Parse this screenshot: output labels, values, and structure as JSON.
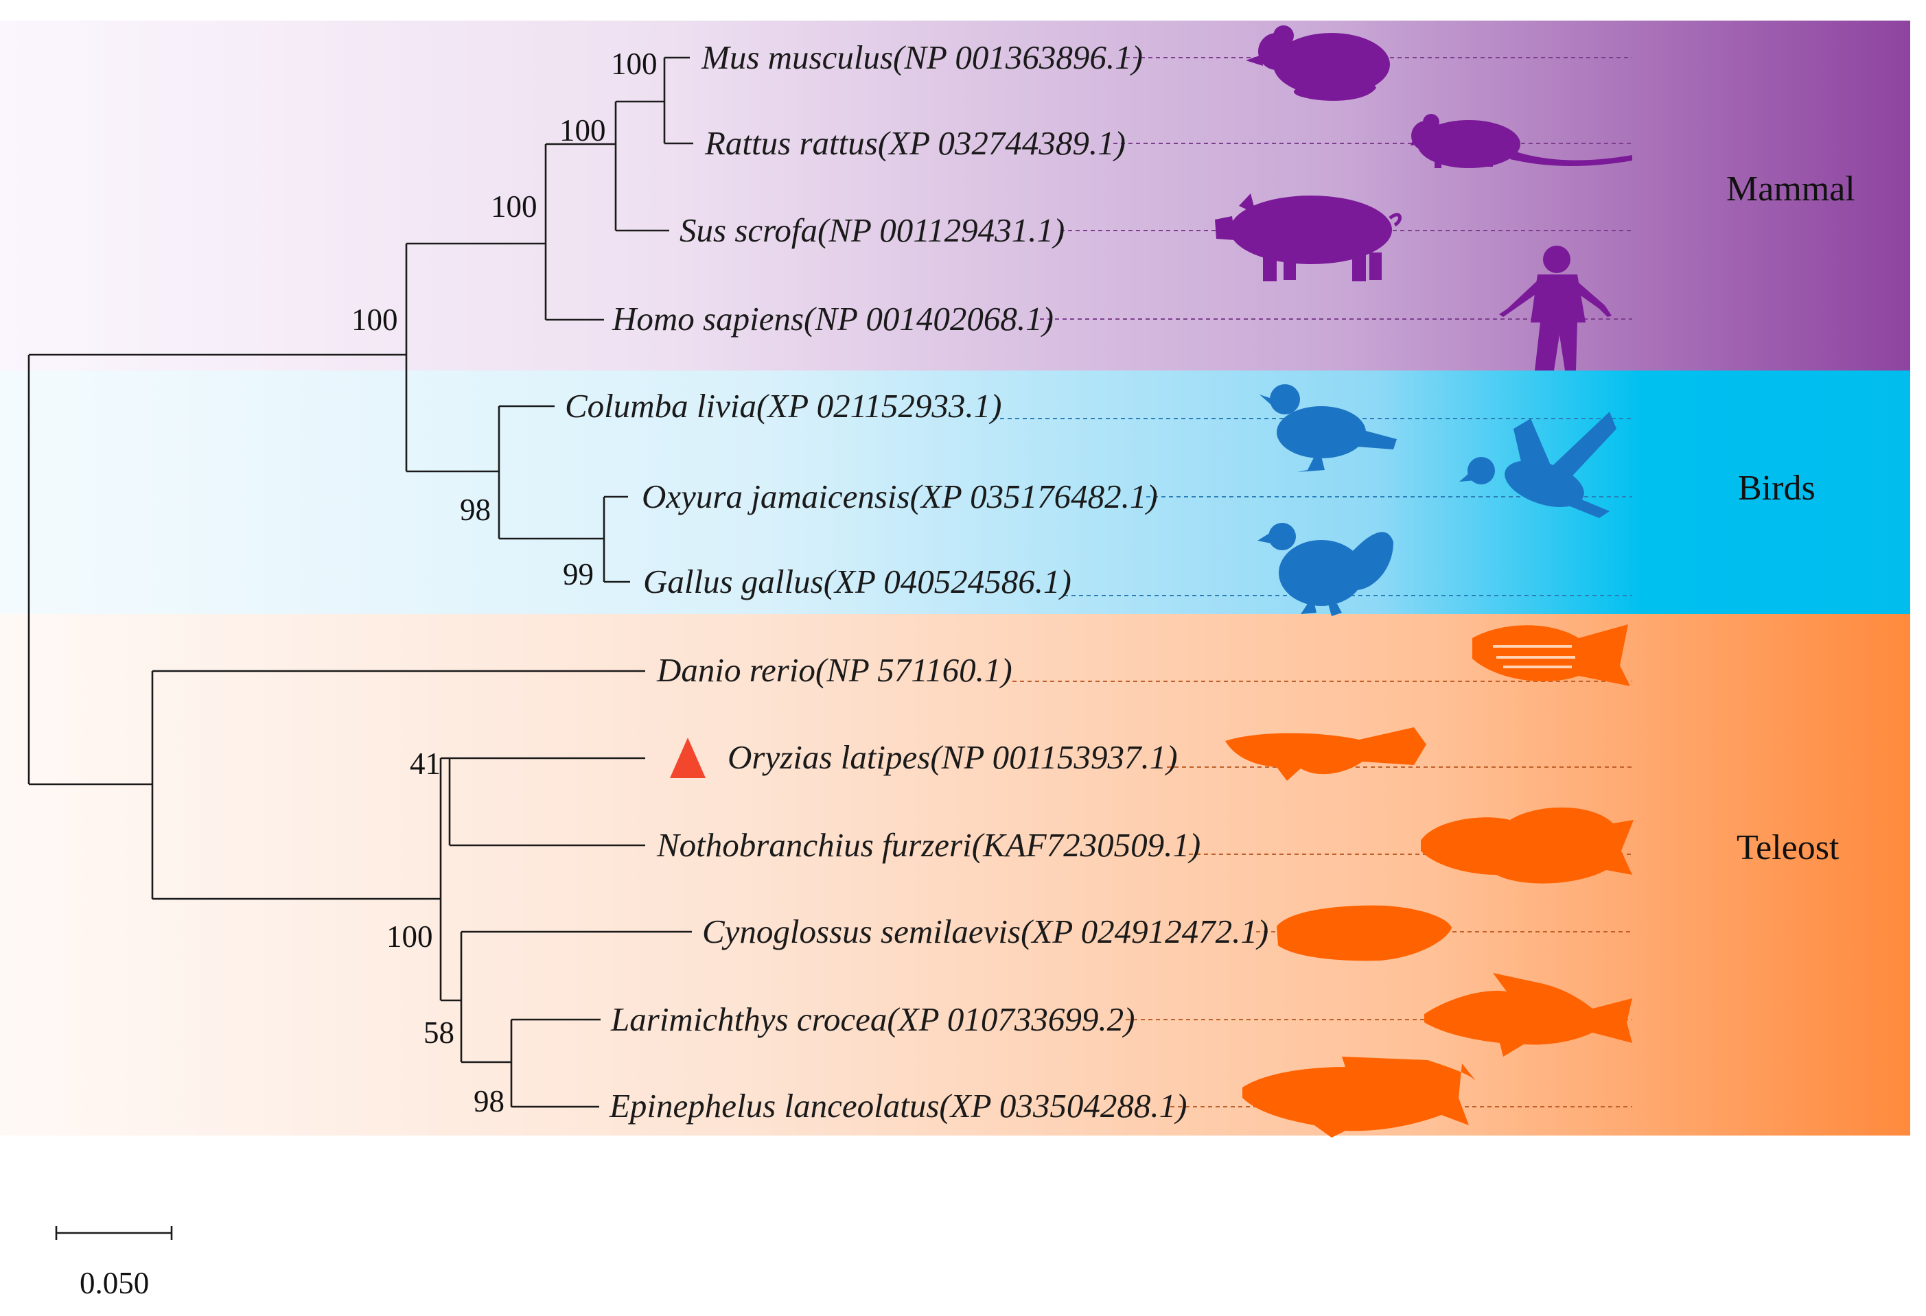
{
  "taxa": [
    {
      "label": "Mus musculus(NP 001363896.1)",
      "silhouette": "mouse-icon"
    },
    {
      "label": "Rattus rattus(XP 032744389.1)",
      "silhouette": "rat-icon"
    },
    {
      "label": "Sus scrofa(NP 001129431.1)",
      "silhouette": "pig-icon"
    },
    {
      "label": "Homo sapiens(NP 001402068.1)",
      "silhouette": "human-icon"
    },
    {
      "label": "Columba livia(XP 021152933.1)",
      "silhouette": "pigeon-icon"
    },
    {
      "label": "Oxyura jamaicensis(XP 035176482.1)",
      "silhouette": "duck-icon"
    },
    {
      "label": "Gallus gallus(XP 040524586.1)",
      "silhouette": "chicken-icon"
    },
    {
      "label": "Danio rerio(NP 571160.1)",
      "silhouette": "zebrafish-icon"
    },
    {
      "label": "Oryzias latipes(NP 001153937.1)",
      "silhouette": "medaka-icon",
      "marker": "red-triangle-icon"
    },
    {
      "label": "Nothobranchius furzeri(KAF7230509.1)",
      "silhouette": "killifish-icon"
    },
    {
      "label": "Cynoglossus semilaevis(XP 024912472.1)",
      "silhouette": "tongue-sole-icon"
    },
    {
      "label": "Larimichthys crocea(XP 010733699.2)",
      "silhouette": "croaker-icon"
    },
    {
      "label": "Epinephelus lanceolatus(XP 033504288.1)",
      "silhouette": "grouper-icon"
    }
  ],
  "bootstrap": {
    "mus_rattus": "100",
    "rodent_sus": "100",
    "mammal": "100",
    "amniote": "100",
    "birds": "98",
    "oxyura_gallus": "99",
    "oryzias_notho": "41",
    "percomorph": "100",
    "cyno_rest": "58",
    "lari_epi": "98"
  },
  "clades": [
    {
      "name": "Mammal",
      "color": "#8e44a0"
    },
    {
      "name": "Birds",
      "color": "#00bdee"
    },
    {
      "name": "Teleost",
      "color": "#ff8a3d"
    }
  ],
  "scale_bar": {
    "label": "0.050"
  },
  "colors": {
    "mammal_icon": "#7a1a98",
    "bird_icon": "#1c74c4",
    "fish_icon": "#ff6200",
    "marker": "#f2472c"
  }
}
